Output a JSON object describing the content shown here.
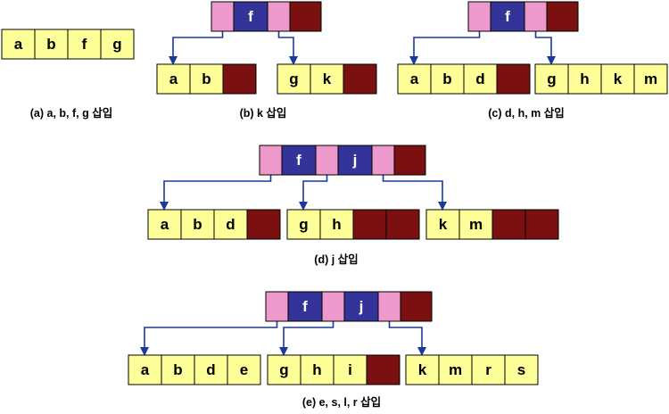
{
  "colors": {
    "key_cell": "#FFFF99",
    "separator_cell": "#EE99CC",
    "parent_key_cell": "#333399",
    "empty_cell": "#7A1010",
    "arrow": "#1A3A9A",
    "text_dark": "#000000",
    "text_light": "#FFFFFF"
  },
  "panels": [
    {
      "caption": "(a) a, b, f, g 삽입",
      "nodes": [
        {
          "keys": [
            "a",
            "b",
            "f",
            "g"
          ],
          "empty": 0
        }
      ]
    },
    {
      "caption": "(b) k 삽입",
      "nodes": [
        {
          "role": "root",
          "keys": [
            "f"
          ],
          "empty": 1
        },
        {
          "keys": [
            "a",
            "b"
          ],
          "empty": 1
        },
        {
          "keys": [
            "g",
            "k"
          ],
          "empty": 1
        }
      ]
    },
    {
      "caption": "(c) d, h, m 삽입",
      "nodes": [
        {
          "role": "root",
          "keys": [
            "f"
          ],
          "empty": 1
        },
        {
          "keys": [
            "a",
            "b",
            "d"
          ],
          "empty": 1
        },
        {
          "keys": [
            "g",
            "h",
            "k",
            "m"
          ],
          "empty": 0
        }
      ]
    },
    {
      "caption": "(d) j 삽입",
      "nodes": [
        {
          "role": "root",
          "keys": [
            "f",
            "j"
          ],
          "empty": 1
        },
        {
          "keys": [
            "a",
            "b",
            "d"
          ],
          "empty": 1
        },
        {
          "keys": [
            "g",
            "h"
          ],
          "empty": 2
        },
        {
          "keys": [
            "k",
            "m"
          ],
          "empty": 2
        }
      ]
    },
    {
      "caption": "(e) e, s, l, r 삽입",
      "nodes": [
        {
          "role": "root",
          "keys": [
            "f",
            "j"
          ],
          "empty": 1
        },
        {
          "keys": [
            "a",
            "b",
            "d",
            "e"
          ],
          "empty": 0
        },
        {
          "keys": [
            "g",
            "h",
            "i"
          ],
          "empty": 1
        },
        {
          "keys": [
            "k",
            "m",
            "r",
            "s"
          ],
          "empty": 0
        }
      ]
    }
  ]
}
